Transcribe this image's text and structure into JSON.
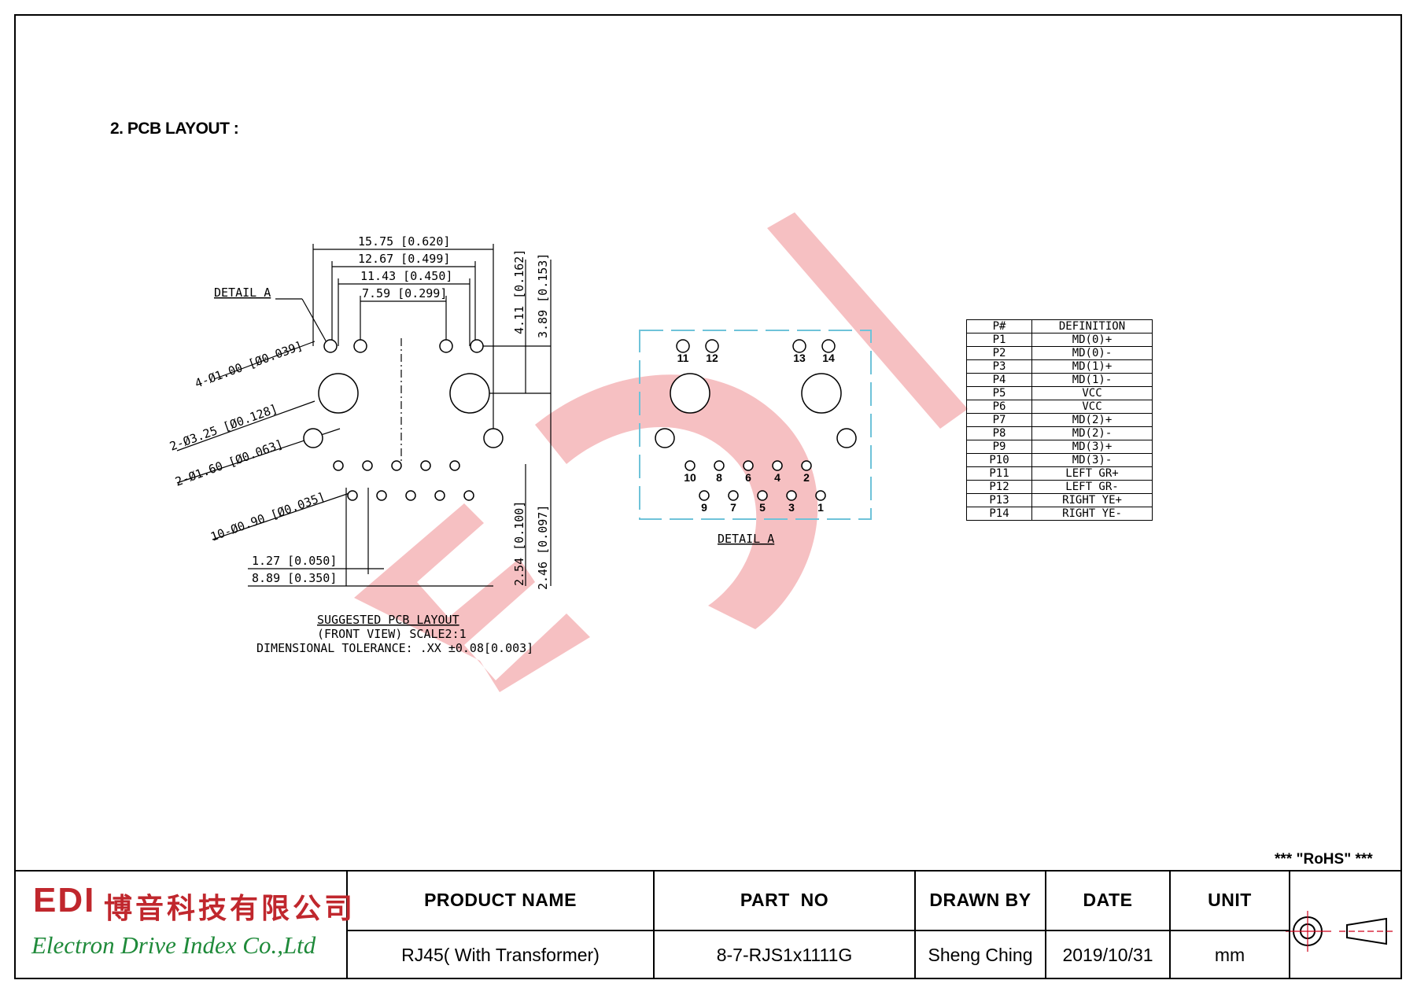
{
  "section_title": "2. PCB LAYOUT :",
  "dimensions": {
    "w_total": "15.75 [0.620]",
    "w_mid": "12.67 [0.499]",
    "w_inner": "11.43 [0.450]",
    "w_small": "7.59 [0.299]",
    "h_top_a": "4.11 [0.162]",
    "h_top_b": "3.89 [0.153]",
    "h_bot_a": "2.54 [0.100]",
    "h_bot_b": "2.46 [0.097]",
    "pitch_a": "1.27 [0.050]",
    "pitch_b": "8.89 [0.350]",
    "hole_a": "4-Ø1.00 [Ø0.039]",
    "hole_b": "2-Ø3.25 [Ø0.128]",
    "hole_c": "2-Ø1.60 [Ø0.063]",
    "hole_d": "10-Ø0.90 [Ø0.035]",
    "detail_callout": "DETAIL A"
  },
  "notes": {
    "line1": "SUGGESTED PCB LAYOUT",
    "line2": "(FRONT VIEW) SCALE2:1",
    "line3": "DIMENSIONAL TOLERANCE: .XX ±0.08[0.003]"
  },
  "detail": {
    "label": "DETAIL A",
    "pins_top": [
      "11",
      "12",
      "13",
      "14"
    ],
    "pins_row1": [
      "10",
      "8",
      "6",
      "4",
      "2"
    ],
    "pins_row2": [
      "9",
      "7",
      "5",
      "3",
      "1"
    ]
  },
  "pin_table": {
    "headers": [
      "P#",
      "DEFINITION"
    ],
    "rows": [
      [
        "P1",
        "MD(0)+"
      ],
      [
        "P2",
        "MD(0)-"
      ],
      [
        "P3",
        "MD(1)+"
      ],
      [
        "P4",
        "MD(1)-"
      ],
      [
        "P5",
        "VCC"
      ],
      [
        "P6",
        "VCC"
      ],
      [
        "P7",
        "MD(2)+"
      ],
      [
        "P8",
        "MD(2)-"
      ],
      [
        "P9",
        "MD(3)+"
      ],
      [
        "P10",
        "MD(3)-"
      ],
      [
        "P11",
        "LEFT GR+"
      ],
      [
        "P12",
        "LEFT GR-"
      ],
      [
        "P13",
        "RIGHT YE+"
      ],
      [
        "P14",
        "RIGHT YE-"
      ]
    ]
  },
  "watermark": "EDI",
  "rohs": "*** \"RoHS\" ***",
  "title_block": {
    "logo_mark": "EDI",
    "logo_cn": "博音科技有限公司",
    "logo_en": "Electron Drive Index Co.,Ltd",
    "product_name_label": "PRODUCT NAME",
    "product_name": "RJ45( With Transformer)",
    "part_no_label": "PART  NO",
    "part_no": "8-7-RJS1x1111G",
    "drawn_by_label": "DRAWN BY",
    "drawn_by": "Sheng Ching",
    "date_label": "DATE",
    "date": "2019/10/31",
    "unit_label": "UNIT",
    "unit": "mm"
  },
  "colors": {
    "watermark": "#f5b5b8",
    "logo_red": "#c0272d",
    "logo_green": "#1f8a3a",
    "detail_box": "#6fc3d9",
    "projection_red": "#d0021b"
  }
}
